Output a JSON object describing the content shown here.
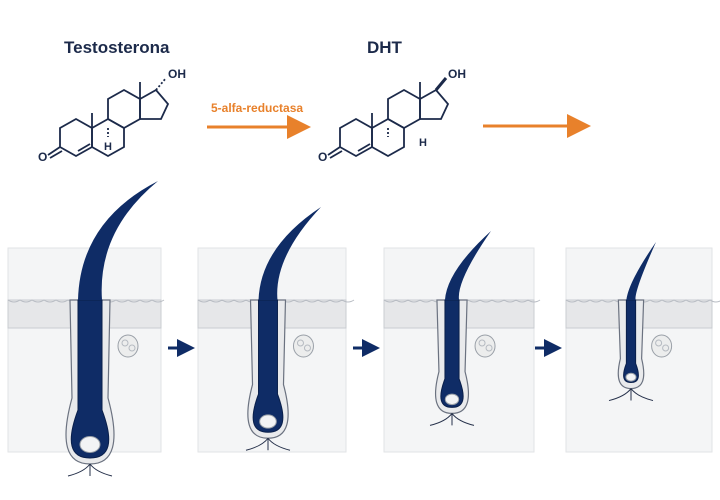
{
  "molecules": {
    "left": {
      "name": "Testosterona",
      "oh": "OH",
      "h": "H",
      "o": "O"
    },
    "right": {
      "name": "DHT",
      "oh": "OH",
      "h": "H",
      "o": "O"
    }
  },
  "enzyme_label": "5-alfa-reductasa",
  "colors": {
    "navy": "#0f2c66",
    "orange": "#e8812b",
    "skin": "#e6e7e9",
    "panel_bg": "#f4f5f6",
    "line": "#25304a"
  },
  "stages": [
    {
      "follicle_size": 1.0
    },
    {
      "follicle_size": 0.72
    },
    {
      "follicle_size": 0.45
    },
    {
      "follicle_size": 0.18
    }
  ],
  "stage_arrow_icon": "arrow-right-icon",
  "conversion_arrow_icon": "arrow-right-icon"
}
